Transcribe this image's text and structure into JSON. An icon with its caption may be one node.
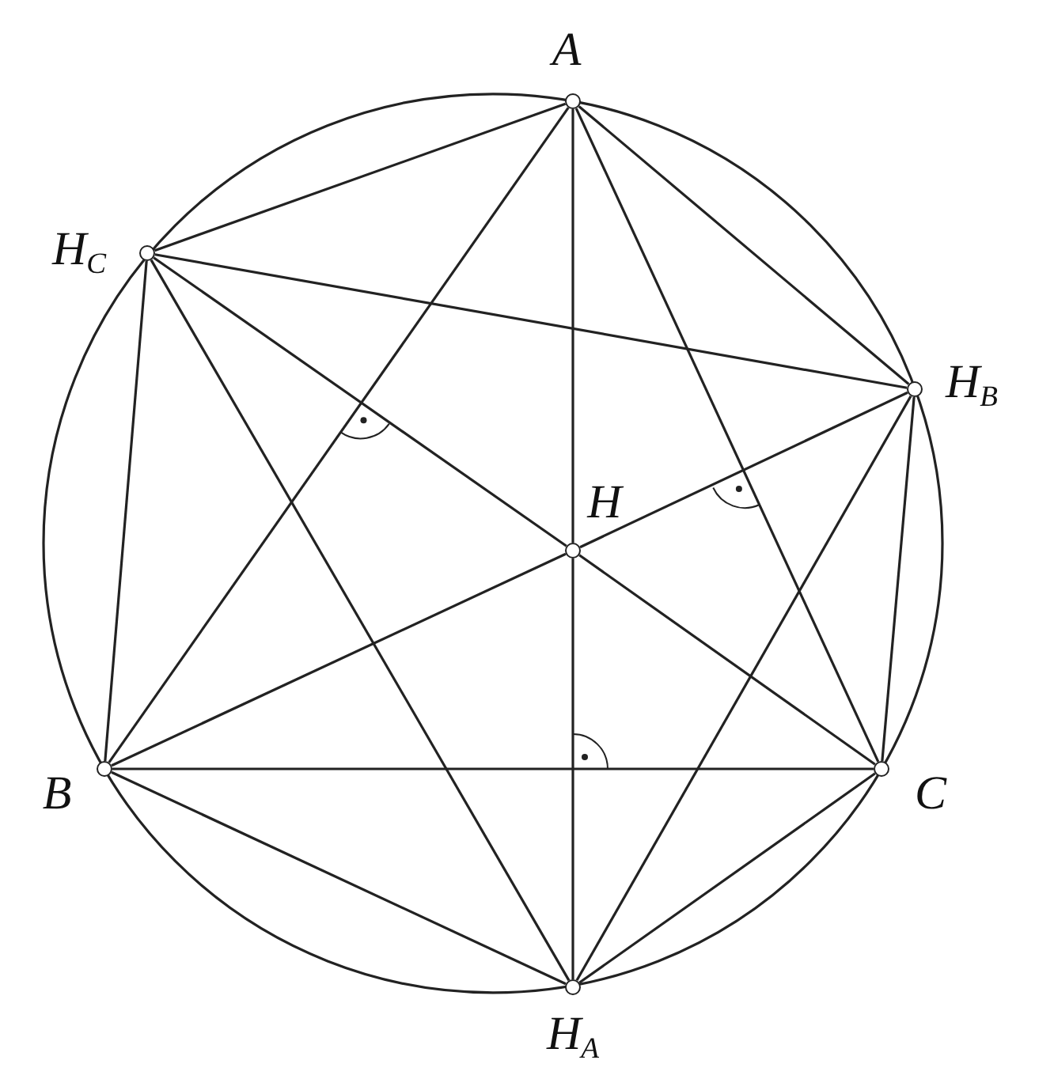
{
  "diagram": {
    "nodes": [
      {
        "text": [],
        "shape": "circle",
        "beside": [
          "A"
        ]
      },
      {
        "text": [],
        "shape": "circle",
        "beside": [
          "H$_{C}$"
        ]
      },
      {
        "text": [],
        "shape": "circle",
        "beside": [
          "H$_{B}$"
        ]
      },
      {
        "text": [],
        "shape": "circle",
        "beside": [
          "H"
        ]
      },
      {
        "text": [],
        "shape": "circle",
        "beside": [
          "B"
        ]
      },
      {
        "text": [],
        "shape": "circle",
        "beside": [
          "C"
        ]
      },
      {
        "text": [],
        "shape": "circle",
        "beside": [
          "H$_{A}$"
        ]
      }
    ],
    "edges": [
      {
        "from": 0,
        "to": 1,
        "arrow": "none"
      },
      {
        "from": 0,
        "to": 4,
        "arrow": "none"
      },
      {
        "from": 0,
        "to": 5,
        "arrow": "none"
      },
      {
        "from": 0,
        "to": 2,
        "arrow": "none"
      },
      {
        "from": 0,
        "to": 3,
        "arrow": "none"
      },
      {
        "from": 3,
        "to": 6,
        "arrow": "none"
      },
      {
        "from": 1,
        "to": 3,
        "arrow": "none"
      },
      {
        "from": 3,
        "to": 5,
        "arrow": "none"
      },
      {
        "from": 4,
        "to": 3,
        "arrow": "none"
      },
      {
        "from": 3,
        "to": 2,
        "arrow": "none"
      },
      {
        "from": 1,
        "to": 4,
        "arrow": "none"
      },
      {
        "from": 4,
        "to": 5,
        "arrow": "none"
      },
      {
        "from": 4,
        "to": 6,
        "arrow": "none"
      },
      {
        "from": 5,
        "to": 6,
        "arrow": "none"
      },
      {
        "from": 5,
        "to": 2,
        "arrow": "none"
      },
      {
        "from": 1,
        "to": 2,
        "arrow": "none"
      },
      {
        "from": 1,
        "to": 6,
        "arrow": "none"
      },
      {
        "from": 2,
        "to": 6,
        "arrow": "none"
      }
    ]
  }
}
